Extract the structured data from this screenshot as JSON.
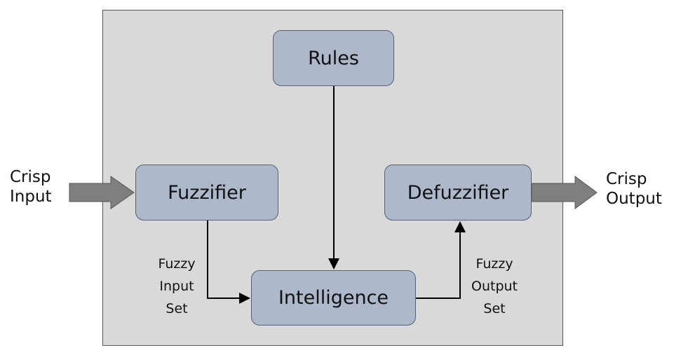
{
  "nodes": {
    "rules": "Rules",
    "fuzzifier": "Fuzzifier",
    "defuzzifier": "Defuzzifier",
    "intelligence": "Intelligence"
  },
  "labels": {
    "crisp_input": [
      "Crisp",
      "Input"
    ],
    "crisp_output": [
      "Crisp",
      "Output"
    ],
    "fuzzy_input_set": [
      "Fuzzy",
      "Input",
      "Set"
    ],
    "fuzzy_output_set": [
      "Fuzzy",
      "Output",
      "Set"
    ]
  },
  "colors": {
    "background": "#d9d9d9",
    "node_fill": "#adb9ca",
    "big_arrow": "#7f7f7f"
  }
}
